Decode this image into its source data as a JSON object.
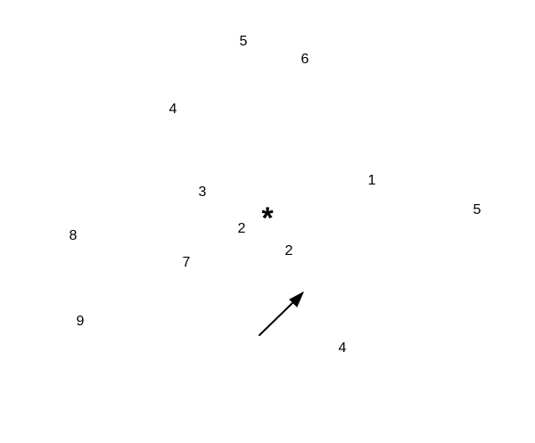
{
  "numbers": [
    "5",
    "6",
    "4",
    "3",
    "1",
    "5",
    "2",
    "2",
    "8",
    "7",
    "9",
    "4"
  ],
  "center_marker": "*",
  "arrow_icon": "arrow-up-right-icon",
  "colors": {
    "background": "#ffffff",
    "ink": "#000000"
  }
}
